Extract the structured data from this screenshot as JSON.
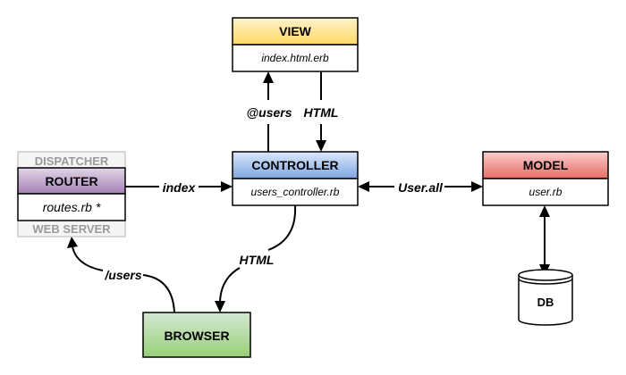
{
  "nodes": {
    "view": {
      "title": "VIEW",
      "file": "index.html.erb",
      "color": "#fff2cc",
      "color2": "#ffd966"
    },
    "controller": {
      "title": "CONTROLLER",
      "file": "users_controller.rb",
      "color": "#dae8fc",
      "color2": "#7ea6e0"
    },
    "model": {
      "title": "MODEL",
      "file": "user.rb",
      "color": "#f8cecc",
      "color2": "#ea6b66"
    },
    "router": {
      "title": "ROUTER",
      "file": "routes.rb *",
      "color": "#e1d5e7",
      "color2": "#a680b8"
    },
    "dispatcher": {
      "label": "DISPATCHER"
    },
    "web_server": {
      "label": "WEB SERVER"
    },
    "browser": {
      "title": "BROWSER",
      "color": "#d5e8d4",
      "color2": "#97d077"
    },
    "db": {
      "title": "DB"
    }
  },
  "edges": {
    "users_var": "@users",
    "view_html": "HTML",
    "index": "index",
    "user_all": "User.all",
    "controller_html": "HTML",
    "users_path": "/users"
  }
}
